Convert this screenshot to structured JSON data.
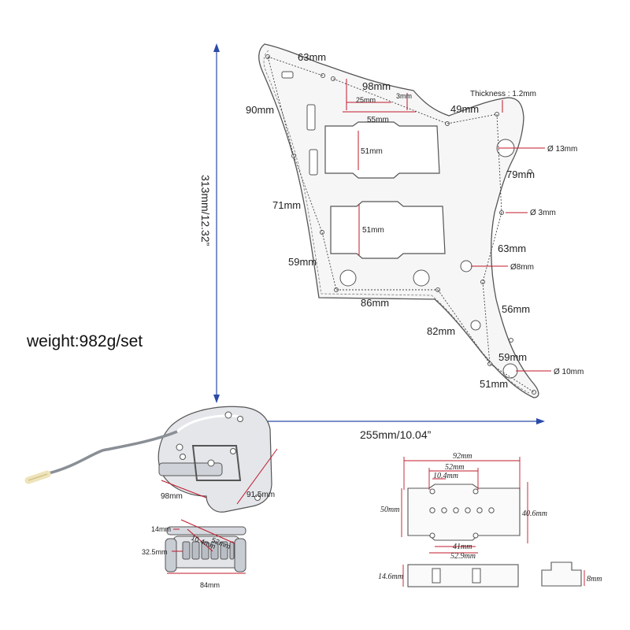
{
  "colors": {
    "dimension_blue": "#2a4aa8",
    "dimension_red": "#c0182a",
    "outline": "#555555",
    "text": "#222222"
  },
  "weight": "weight:982g/set",
  "overall": {
    "height": "313mm/12.32”",
    "width": "255mm/10.04”"
  },
  "pickguard": {
    "edges": {
      "top_left": "63mm",
      "top_mid": "98mm",
      "upper_right": "49mm",
      "left_upper": "90mm",
      "right_upper": "79mm",
      "left_mid": "71mm",
      "right_mid": "63mm",
      "left_lower": "59mm",
      "right_lower": "56mm",
      "bottom": "86mm",
      "lower_diag": "82mm",
      "bottom_right": "59mm",
      "bottom_tip": "51mm"
    },
    "slot": {
      "width": "55mm",
      "offset": "25mm",
      "small": "3mm"
    },
    "thickness": "Thickness : 1.2mm",
    "pickups": [
      {
        "height": "51mm"
      },
      {
        "height": "51mm"
      }
    ],
    "holes": [
      "Ø 13mm",
      "Ø 3mm",
      "Ø8mm",
      "Ø 10mm"
    ]
  },
  "tremolo": {
    "width": "98mm",
    "depth": "91.5mm"
  },
  "bridge": {
    "height": "14mm",
    "length": "52mm",
    "spacing": "10.4mm",
    "depth": "32.5mm",
    "width": "84mm"
  },
  "pickup_drawing": {
    "total_length": "92mm",
    "pole_span": "52mm",
    "pole_spacing": "10.4mm",
    "height": "50mm",
    "cover_height": "40.6mm",
    "inner_length": "41mm",
    "mount_length": "52.9mm",
    "side_height": "14.6mm",
    "end_height": "8mm"
  }
}
